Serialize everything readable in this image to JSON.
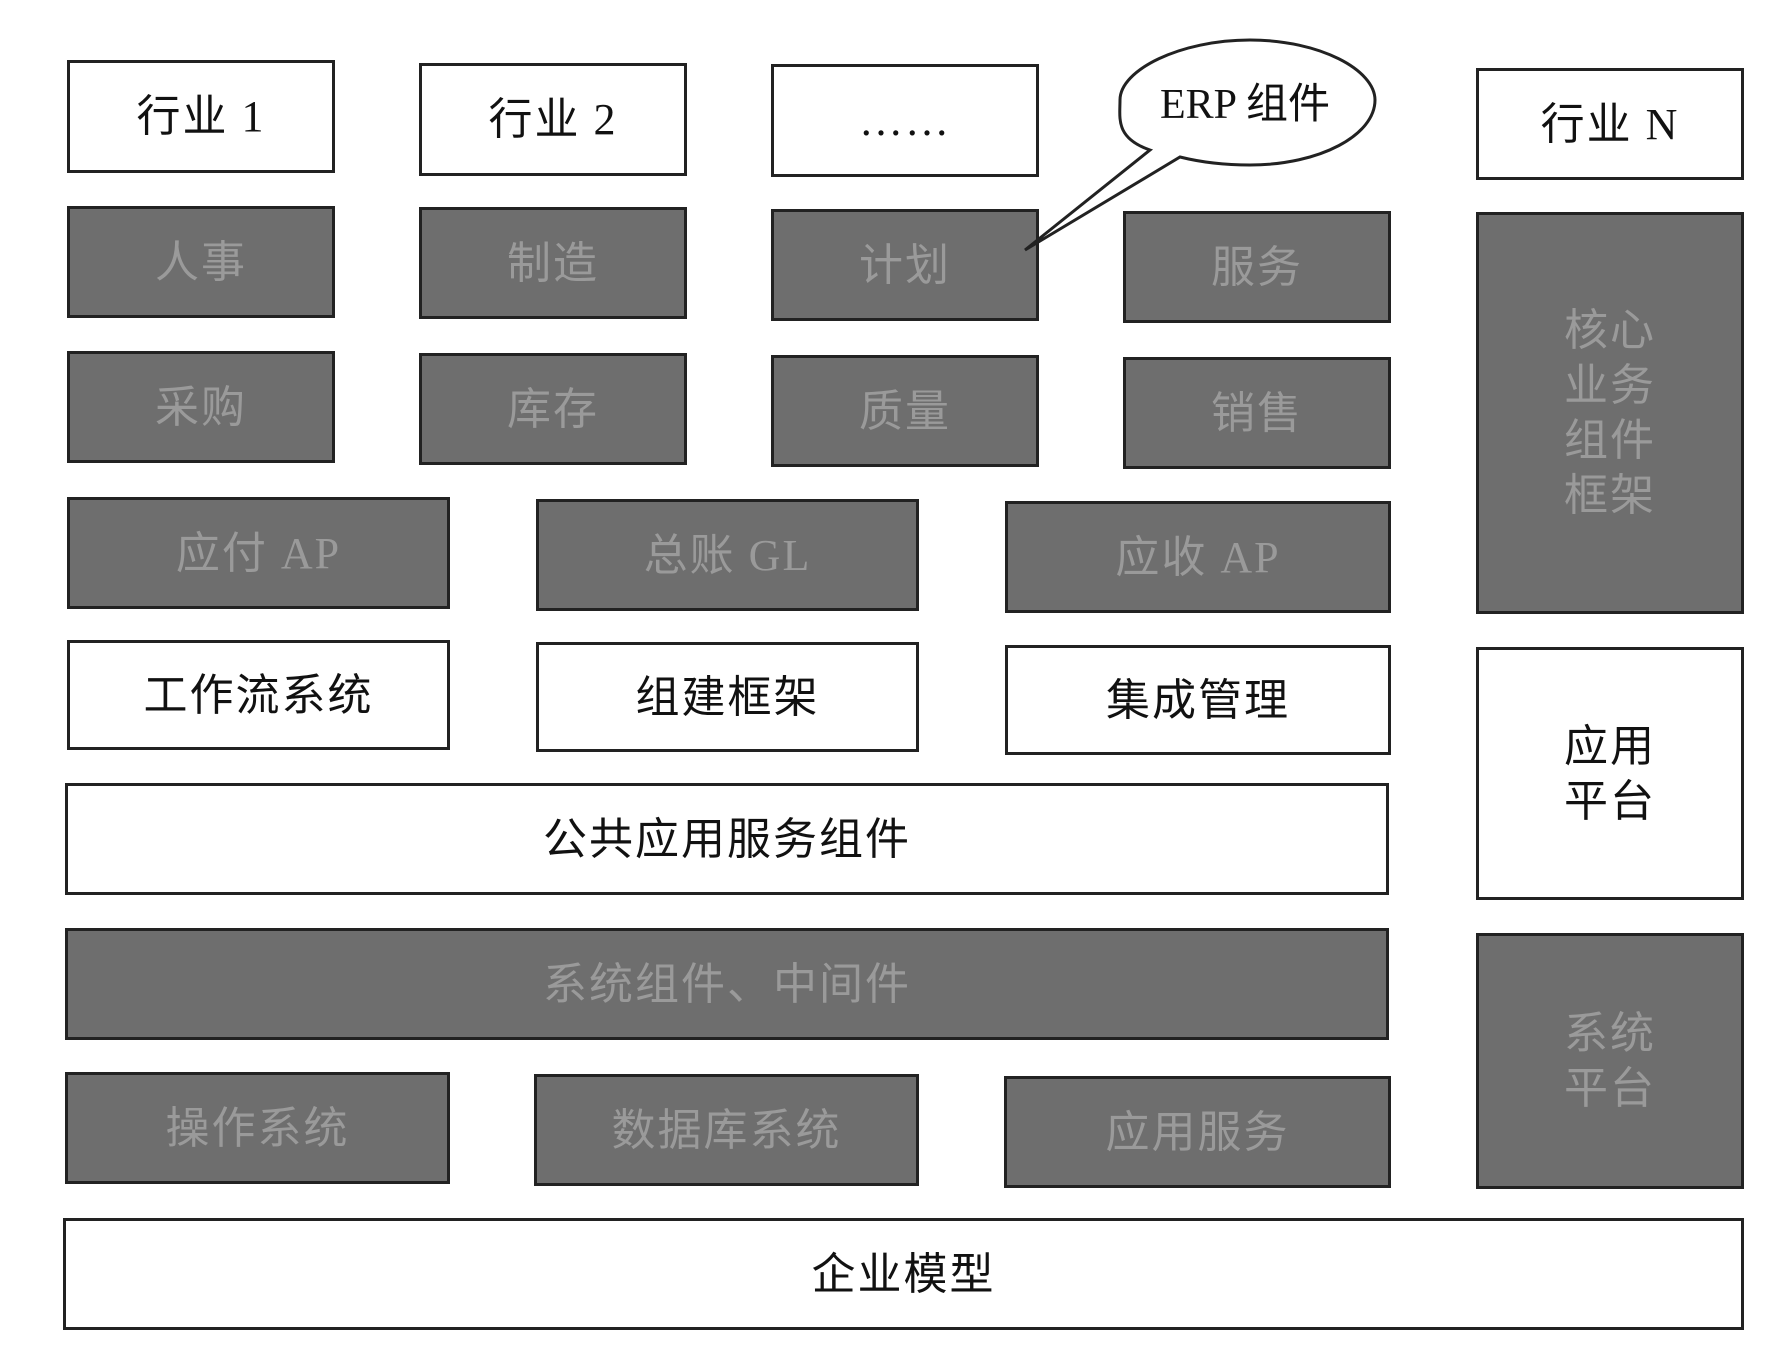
{
  "industries": {
    "industry_1": "行业 1",
    "industry_2": "行业 2",
    "ellipsis": "……",
    "industry_n": "行业 N"
  },
  "callout": "ERP 组件",
  "erp_components": {
    "hr": "人事",
    "manufacturing": "制造",
    "planning": "计划",
    "service": "服务",
    "purchasing": "采购",
    "inventory": "库存",
    "quality": "质量",
    "sales": "销售",
    "accounts_payable": "应付 AP",
    "general_ledger": "总账 GL",
    "accounts_receivable": "应收 AP"
  },
  "platform_components": {
    "workflow": "工作流系统",
    "component_framework": "组建框架",
    "integration": "集成管理",
    "common_services": "公共应用服务组件",
    "middleware": "系统组件、中间件",
    "os": "操作系统",
    "database": "数据库系统",
    "app_service": "应用服务"
  },
  "side_labels": {
    "core_business": "核心\n业务\n组件\n框架",
    "application_platform": "应用\n平台",
    "system_platform": "系统\n平台"
  },
  "enterprise_model": "企业模型"
}
